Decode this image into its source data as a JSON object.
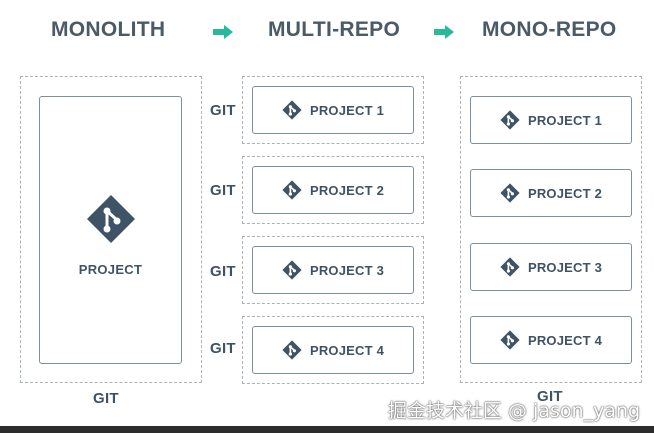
{
  "headings": {
    "monolith": "MONOLITH",
    "multi_repo": "MULTI-REPO",
    "mono_repo": "MONO-REPO"
  },
  "colors": {
    "arrow": "#26b99a",
    "icon": "#3e5366",
    "heading": "#4a5a66",
    "dashed_border": "#a9b3bb"
  },
  "monolith": {
    "project_label": "PROJECT",
    "git_label": "GIT"
  },
  "multi_repo": {
    "items": [
      {
        "git_label": "GIT",
        "project_label": "PROJECT 1"
      },
      {
        "git_label": "GIT",
        "project_label": "PROJECT 2"
      },
      {
        "git_label": "GIT",
        "project_label": "PROJECT 3"
      },
      {
        "git_label": "GIT",
        "project_label": "PROJECT 4"
      }
    ]
  },
  "mono_repo": {
    "items": [
      {
        "project_label": "PROJECT 1"
      },
      {
        "project_label": "PROJECT 2"
      },
      {
        "project_label": "PROJECT 3"
      },
      {
        "project_label": "PROJECT 4"
      }
    ],
    "git_label": "GIT"
  },
  "watermark": "掘金技术社区 @ jason_yang",
  "icons": {
    "arrow": "right-arrow-icon",
    "git": "git-logo-icon"
  }
}
